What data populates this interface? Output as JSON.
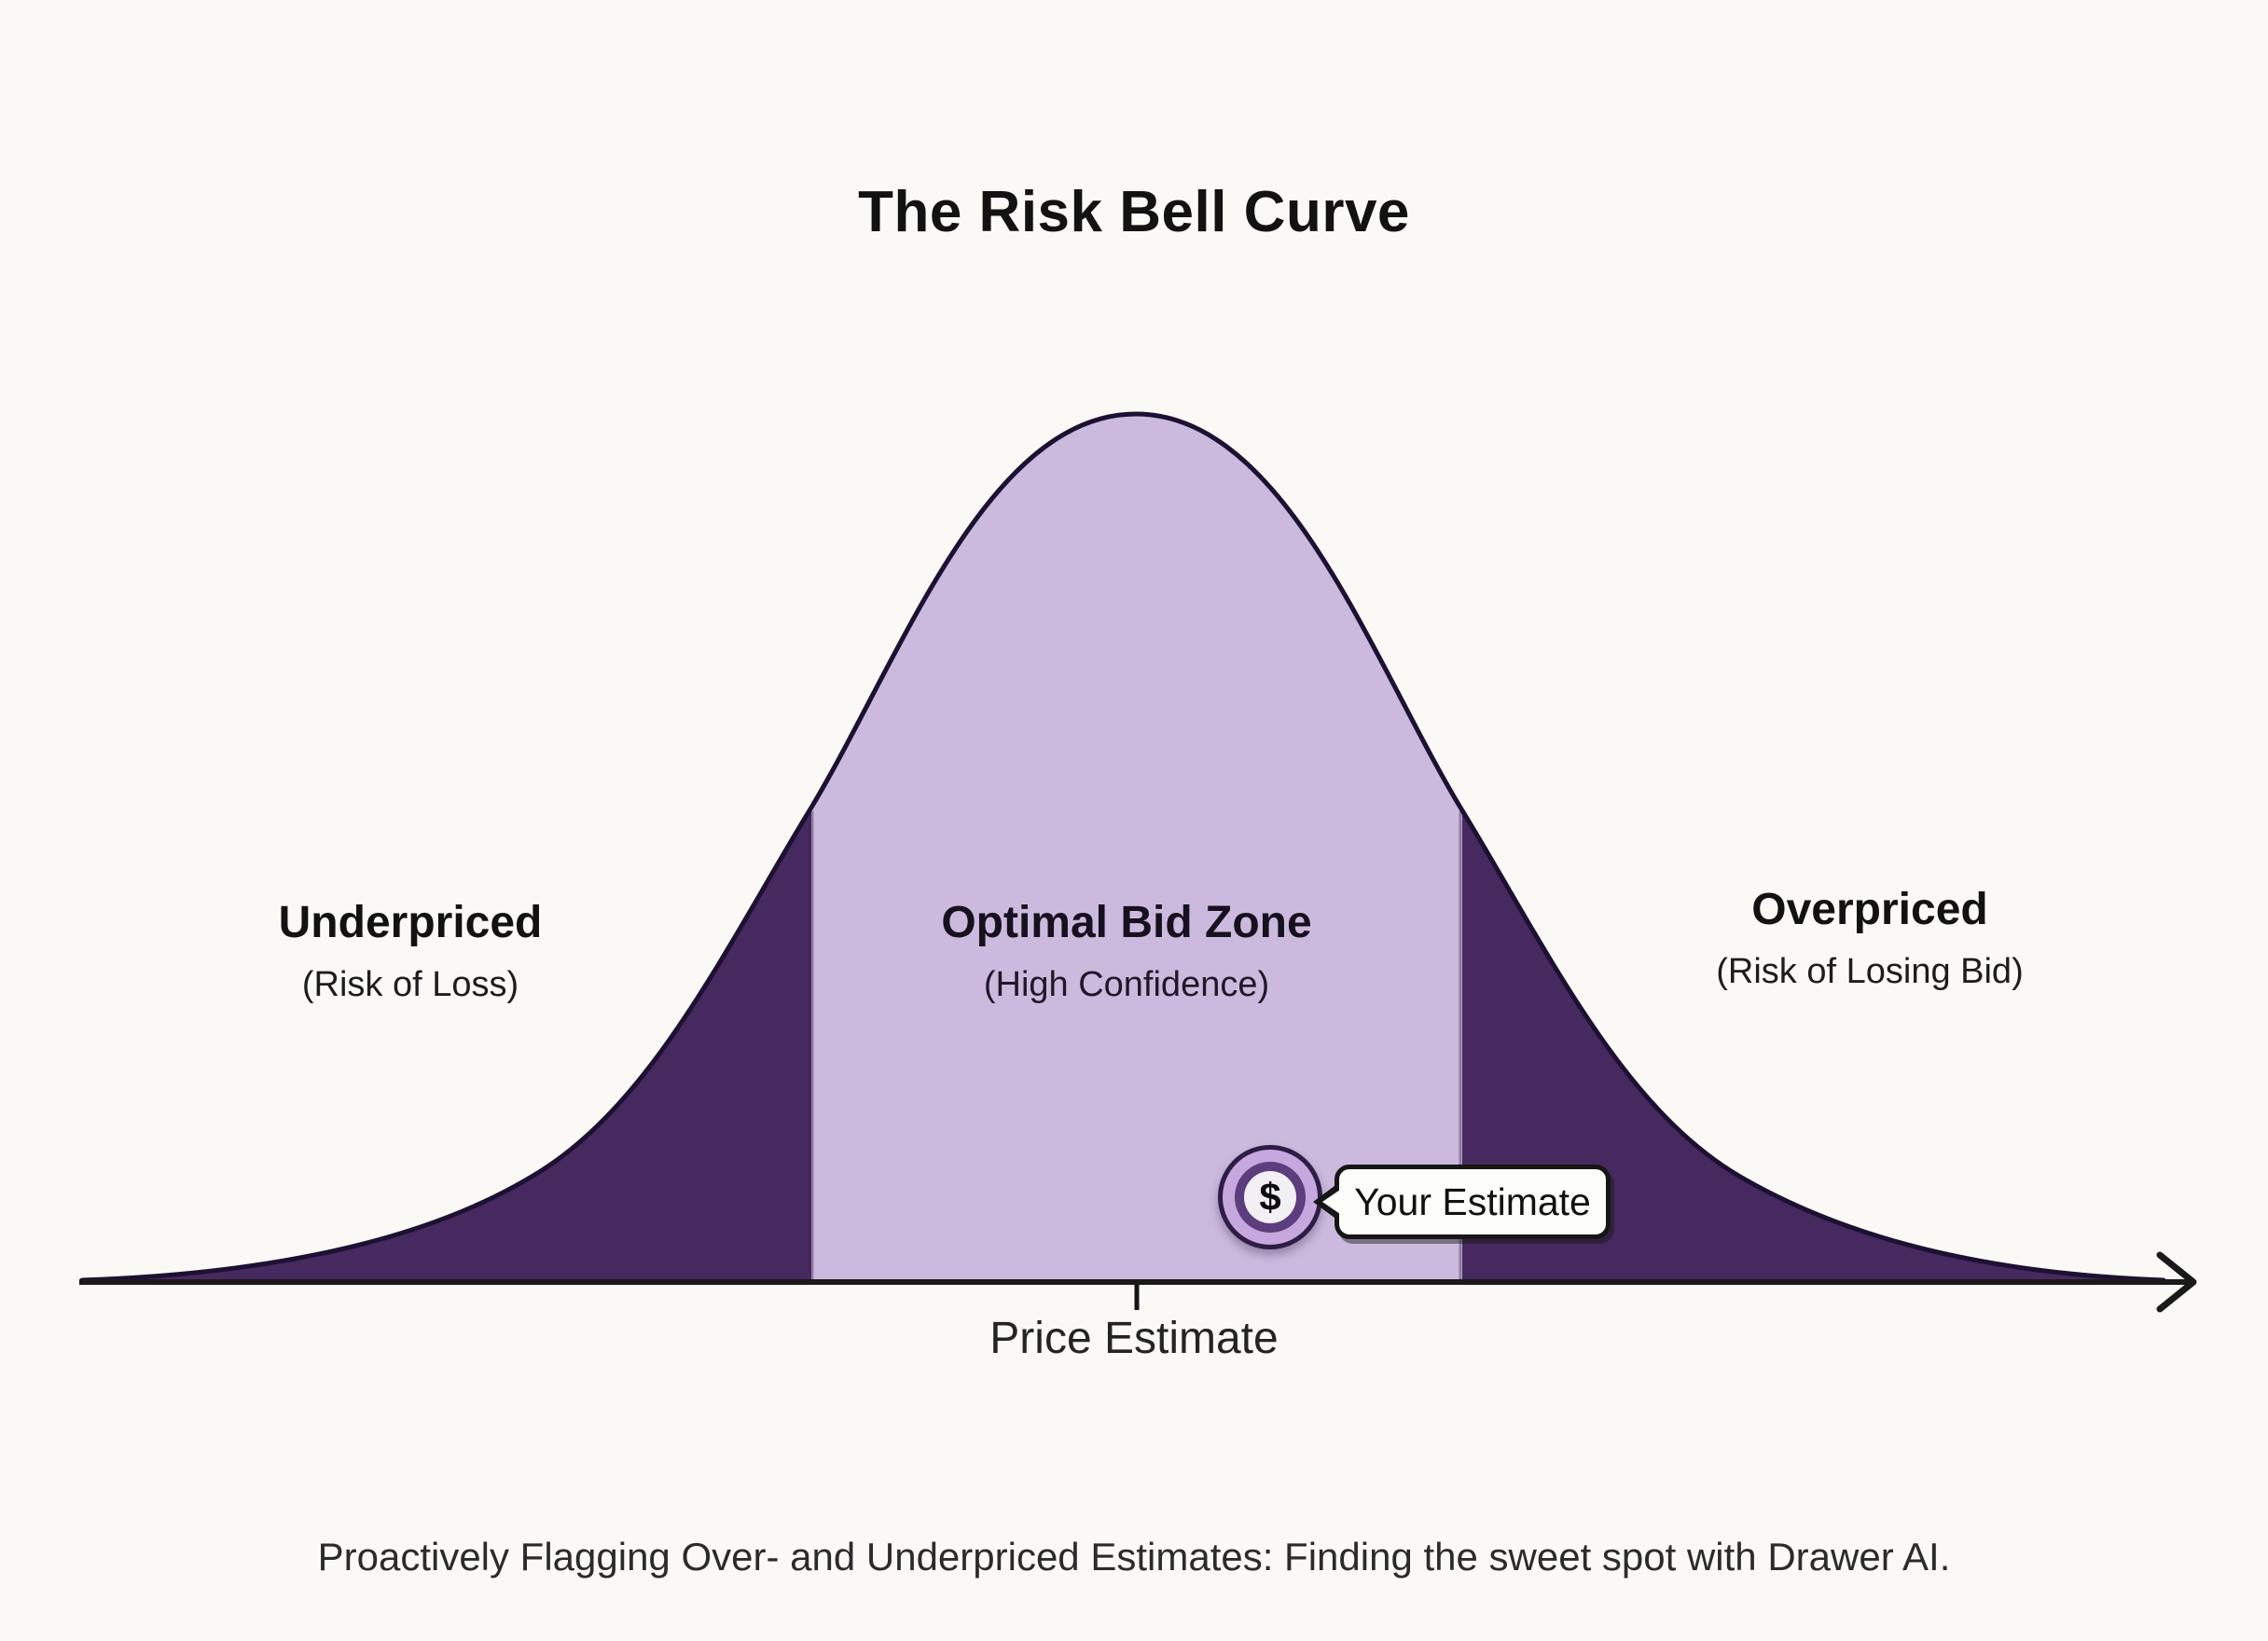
{
  "title": "The Risk Bell Curve",
  "colors": {
    "background": "#fbf9f6",
    "dark_zone": "#46295f",
    "light_zone": "#ccbade",
    "curve_outline": "#1d1133",
    "axis": "#1a1a1a",
    "badge_ring_outer": "#c6a7de",
    "badge_ring_inner": "#5c3d7e",
    "badge_core": "#f3f0f5",
    "callout_bg": "#fdfdfa",
    "text": "#121212"
  },
  "zones": {
    "left": {
      "label": "Underpriced",
      "note": "(Risk of Loss)"
    },
    "center": {
      "label": "Optimal Bid Zone",
      "note": "(High Confidence)"
    },
    "right": {
      "label": "Overpriced",
      "note": "(Risk of Losing Bid)"
    }
  },
  "marker": {
    "symbol": "$",
    "callout": "Your Estimate"
  },
  "axis": {
    "label": "Price Estimate"
  },
  "caption": "Proactively Flagging Over- and Underpriced Estimates: Finding the sweet spot with Drawer AI.",
  "chart_data": {
    "type": "area",
    "title": "The Risk Bell Curve",
    "description": "Stylized normal (bell) distribution over a price axis; no numeric scale shown",
    "xlabel": "Price Estimate",
    "ylabel": "",
    "tick_labels": [],
    "regions": [
      {
        "name": "Underpriced",
        "note": "Risk of Loss",
        "position": "left tail",
        "fill": "#46295f"
      },
      {
        "name": "Optimal Bid Zone",
        "note": "High Confidence",
        "position": "central band around the mean",
        "fill": "#ccbade"
      },
      {
        "name": "Overpriced",
        "note": "Risk of Losing Bid",
        "position": "right tail",
        "fill": "#46295f"
      }
    ],
    "marker": {
      "label": "Your Estimate",
      "position": "near right edge of the optimal bid zone, just above the axis"
    }
  }
}
